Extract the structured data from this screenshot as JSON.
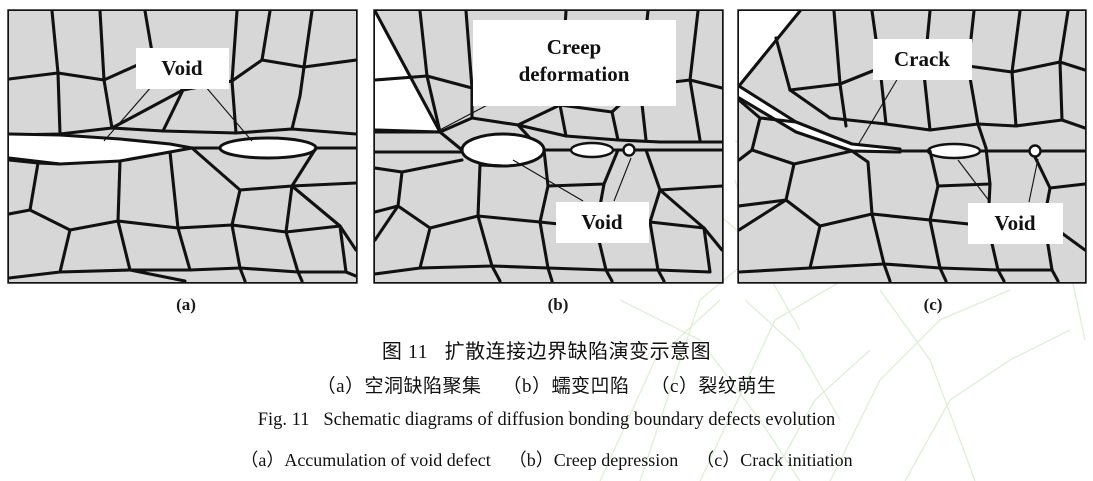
{
  "figure": {
    "panels": [
      {
        "id": "a",
        "letter": "(a)",
        "labels": [
          {
            "name": "void",
            "text": "Void"
          }
        ]
      },
      {
        "id": "b",
        "letter": "(b)",
        "labels": [
          {
            "name": "creep-deformation",
            "text": "Creep",
            "text2": "deformation"
          },
          {
            "name": "void",
            "text": "Void"
          }
        ]
      },
      {
        "id": "c",
        "letter": "(c)",
        "labels": [
          {
            "name": "crack",
            "text": "Crack"
          },
          {
            "name": "void",
            "text": "Void"
          }
        ]
      }
    ],
    "caption": {
      "cn_title": "图 11   扩散连接边界缺陷演变示意图",
      "cn_sub": "（a）空洞缺陷聚集    （b）蠕变凹陷    （c）裂纹萌生",
      "en_title": "Fig. 11   Schematic diagrams of diffusion bonding boundary defects evolution",
      "en_sub": "（a）Accumulation of void defect    （b）Creep depression    （c）Crack initiation"
    },
    "colors": {
      "grain_fill": "#d7d7d7",
      "line": "#111111",
      "void_fill": "#ffffff",
      "background": "#ffffff",
      "watermark": "#d9edd2"
    }
  }
}
